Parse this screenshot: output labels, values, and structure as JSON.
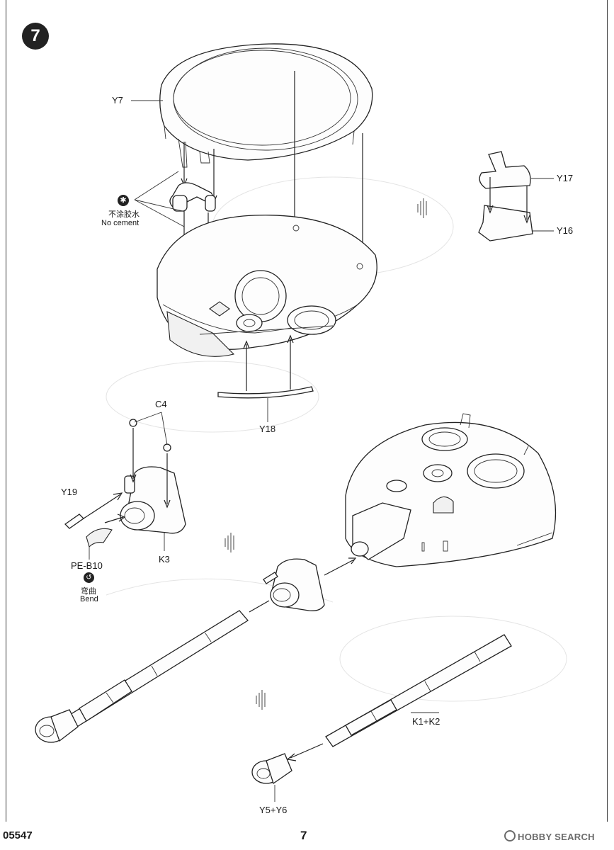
{
  "step": {
    "number": "7"
  },
  "parts": {
    "y7": "Y7",
    "y17": "Y17",
    "y16": "Y16",
    "y18": "Y18",
    "c4": "C4",
    "y19": "Y19",
    "k3": "K3",
    "pe_b10": "PE-B10",
    "k1_k2": "K1+K2",
    "y5_y6": "Y5+Y6"
  },
  "notes": {
    "no_cement_cn": "不涂胶水",
    "no_cement_en": "No cement",
    "bend_cn": "弯曲",
    "bend_en": "Bend"
  },
  "footer": {
    "product_code": "05547",
    "page_number": "7",
    "watermark": "HOBBY SEARCH"
  },
  "icons": [
    "no-cement-icon",
    "bend-icon",
    "hobby-search-logo-icon"
  ]
}
